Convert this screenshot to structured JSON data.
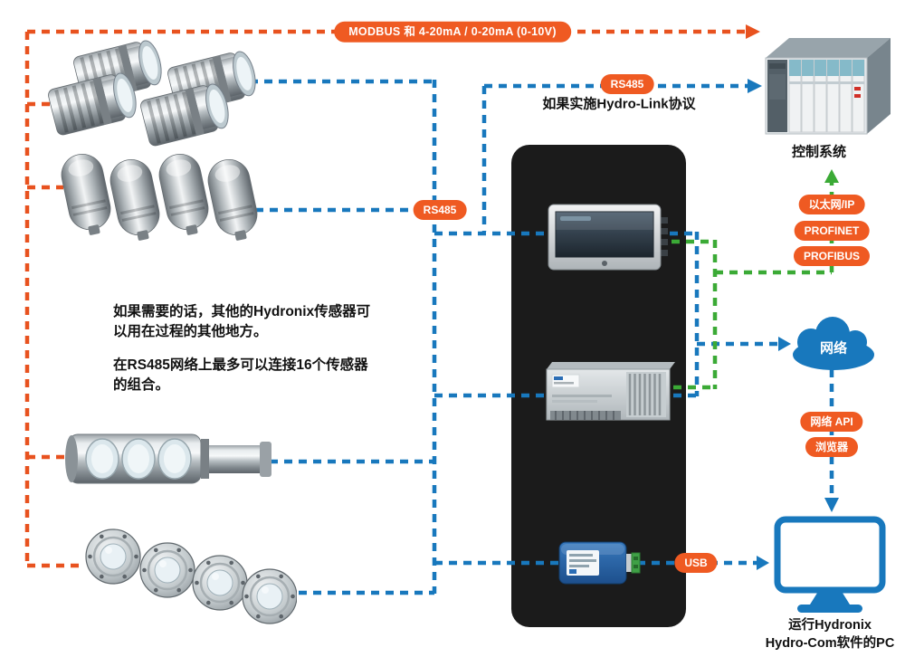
{
  "colors": {
    "orange": "#e8521f",
    "orange_badge": "#ef5a22",
    "blue": "#1878bd",
    "green": "#3baa36",
    "panel": "#1b1b1b",
    "text": "#111111"
  },
  "connections": {
    "modbus_label": "MODBUS 和 4-20mA / 0-20mA (0-10V)",
    "rs485_top_label": "RS485",
    "rs485_bus_label": "RS485",
    "usb_label": "USB",
    "hydro_link_note": "如果实施Hydro-Link协议",
    "fieldbus_labels": [
      "以太网/IP",
      "PROFINET",
      "PROFIBUS"
    ],
    "network_api_label": "网络 API",
    "browser_label": "浏览器"
  },
  "nodes": {
    "control_system_label": "控制系统",
    "network_cloud_label": "网络",
    "pc_caption_line1": "运行Hydronix",
    "pc_caption_line2": "Hydro-Com软件的PC"
  },
  "notes": {
    "sensors_note_line1": "如果需要的话，其他的Hydronix传感器可",
    "sensors_note_line2": "以用在过程的其他地方。",
    "network_note_line1": "在RS485网络上最多可以连接16个传感器",
    "network_note_line2": "的组合。"
  }
}
